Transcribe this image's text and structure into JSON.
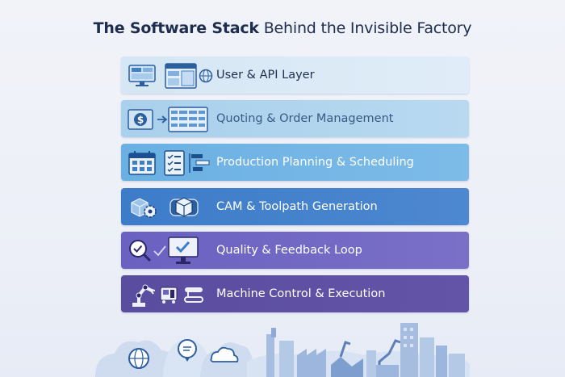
{
  "title": {
    "bold": "The Software Stack",
    "rest": " Behind the Invisible Factory"
  },
  "layers": [
    {
      "label": "User & API Layer",
      "color": "#d5e6f4",
      "icons": [
        "monitor-icon",
        "app-window-icon",
        "globe-icon"
      ]
    },
    {
      "label": "Quoting & Order Management",
      "color": "#a9d0ec",
      "icons": [
        "dollar-invoice-icon",
        "arrow-right-icon",
        "order-table-icon"
      ]
    },
    {
      "label": "Production Planning & Scheduling",
      "color": "#6ab0e3",
      "icons": [
        "calendar-icon",
        "checklist-icon",
        "gantt-icon"
      ]
    },
    {
      "label": "CAM & Toolpath Generation",
      "color": "#3d7cc9",
      "icons": [
        "part-gear-icon",
        "3d-cube-icon"
      ]
    },
    {
      "label": "Quality & Feedback Loop",
      "color": "#6a61c1",
      "icons": [
        "magnifier-check-icon",
        "checkmark-icon",
        "monitor-check-icon"
      ]
    },
    {
      "label": "Machine Control & Execution",
      "color": "#5a4c9f",
      "icons": [
        "robot-arm-icon",
        "machine-icon",
        "conveyor-icon"
      ]
    }
  ],
  "footer_icons": [
    "cloud-globe-icon",
    "chat-bubble-icon",
    "cloud-icon",
    "factory-skyline-icon"
  ]
}
